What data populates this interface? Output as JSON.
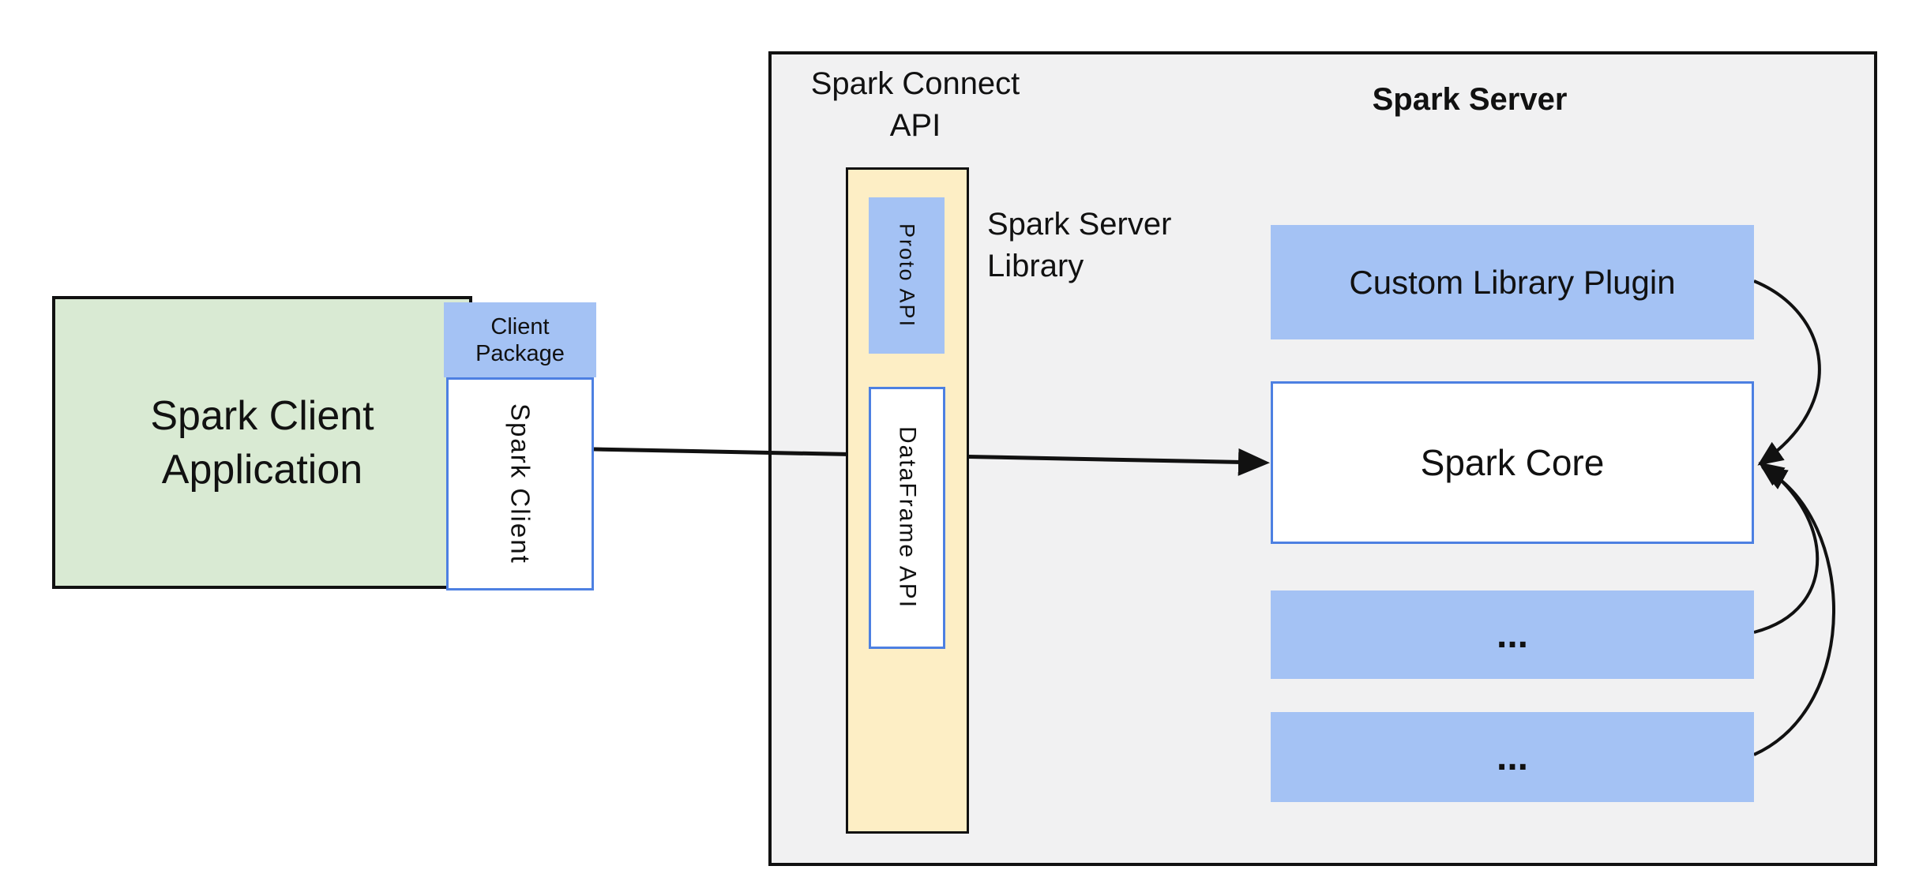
{
  "diagram": {
    "client": {
      "application_title_line1": "Spark Client",
      "application_title_line2": "Application",
      "package_label_line1": "Client",
      "package_label_line2": "Package",
      "spark_client_label": "Spark Client"
    },
    "connect_api": {
      "title_line1": "Spark Connect",
      "title_line2": "API",
      "proto_api_label": "Proto API",
      "dataframe_api_label": "DataFrame API",
      "library_label_line1": "Spark Server",
      "library_label_line2": "Library"
    },
    "server": {
      "title": "Spark Server",
      "plugin_label": "Custom Library Plugin",
      "core_label": "Spark Core",
      "module1_label": "...",
      "module2_label": "..."
    }
  },
  "colors": {
    "green_fill": "#d9ead3",
    "blue_fill": "#a4c2f4",
    "yellow_fill": "#fdeec5",
    "gray_fill": "#f1f1f2",
    "blue_border": "#4d80e2",
    "line_color": "#111111",
    "text_color": "#111111"
  }
}
